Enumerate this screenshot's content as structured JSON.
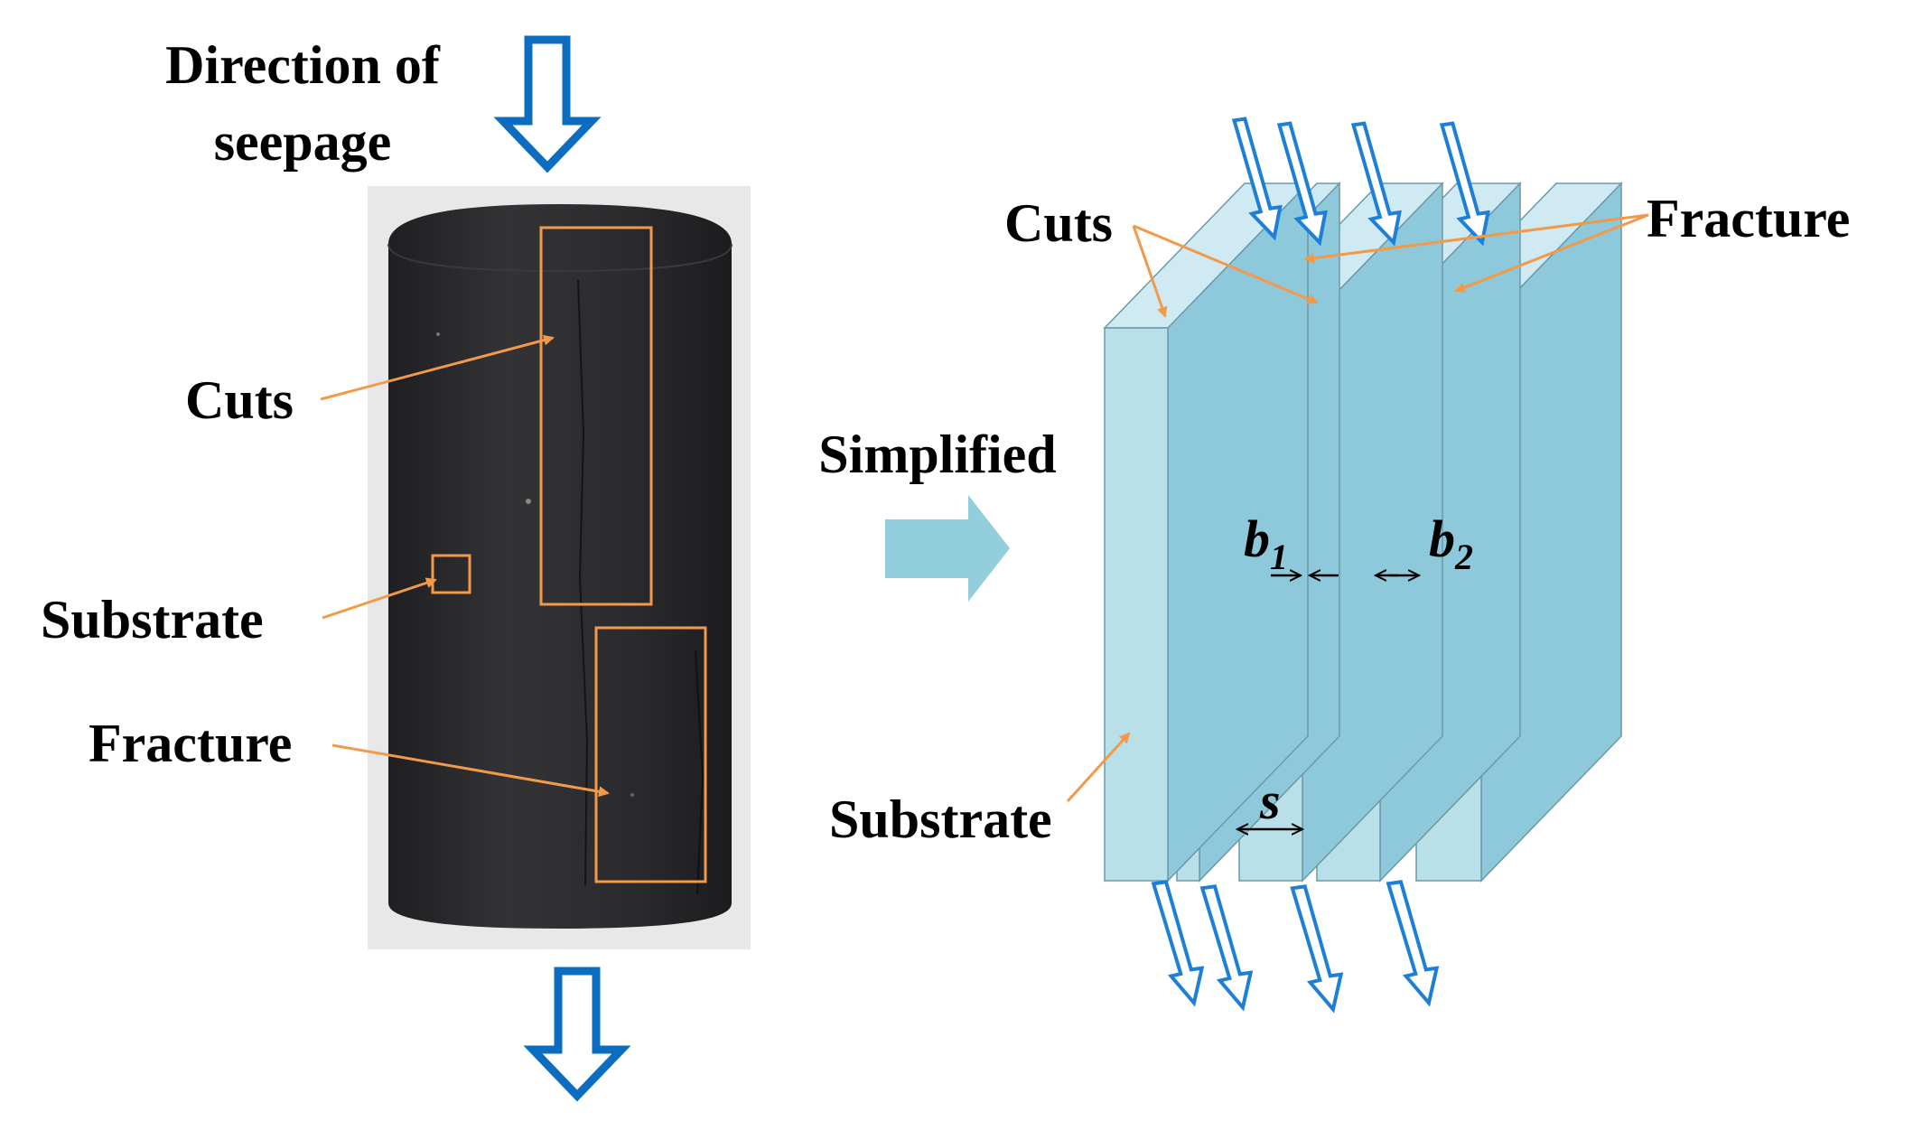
{
  "left_panel": {
    "direction_label_line1": "Direction of",
    "direction_label_line2": "seepage",
    "cuts_label": "Cuts",
    "substrate_label": "Substrate",
    "fracture_label": "Fracture"
  },
  "middle": {
    "simplified_label": "Simplified"
  },
  "right_panel": {
    "cuts_label": "Cuts",
    "fracture_label": "Fracture",
    "substrate_label": "Substrate",
    "b1_label": "b",
    "b1_subscript": "1",
    "b2_label": "b",
    "b2_subscript": "2",
    "s_label": "s"
  },
  "colors": {
    "flow_arrow": "#0b6cc0",
    "annotation": "#f2994a",
    "slab_front": "#b9dfe9",
    "slab_side": "#8ec9db",
    "slab_top": "#cfeaf2",
    "simplified_arrow": "#93cedd",
    "core_sample": "#2d2d2f"
  }
}
